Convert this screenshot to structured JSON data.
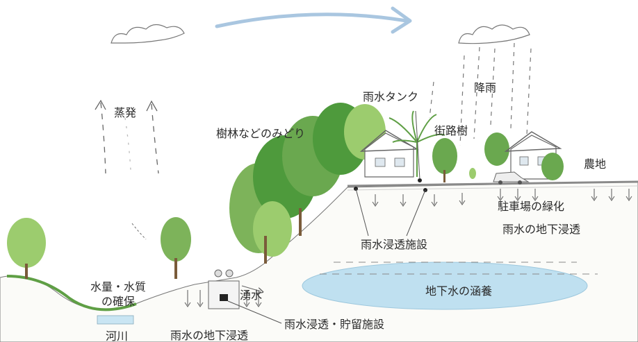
{
  "labels": {
    "evaporation": "蒸発",
    "rainfall": "降雨",
    "rain_tank": "雨水タンク",
    "street_trees": "街路樹",
    "woodland_green": "樹林などのみどり",
    "farmland": "農地",
    "parking_greening": "駐車場の緑化",
    "rain_infiltration_upper": "雨水の地下浸透",
    "infiltration_facility": "雨水浸透施設",
    "water_quantity_quality_line1": "水量・水質",
    "water_quantity_quality_line2": "の確保",
    "spring_water": "湧水",
    "groundwater_recharge": "地下水の涵養",
    "infiltration_storage_facility": "雨水浸透・貯留施設",
    "rain_infiltration_lower": "雨水の地下浸透",
    "river": "河川"
  },
  "colors": {
    "cycle_arrow": "#a9c6e0",
    "groundwater": "#bfe0f0",
    "foliage_dark": "#4e9a3c",
    "foliage_light": "#9ccc6e",
    "ink": "#555555"
  }
}
